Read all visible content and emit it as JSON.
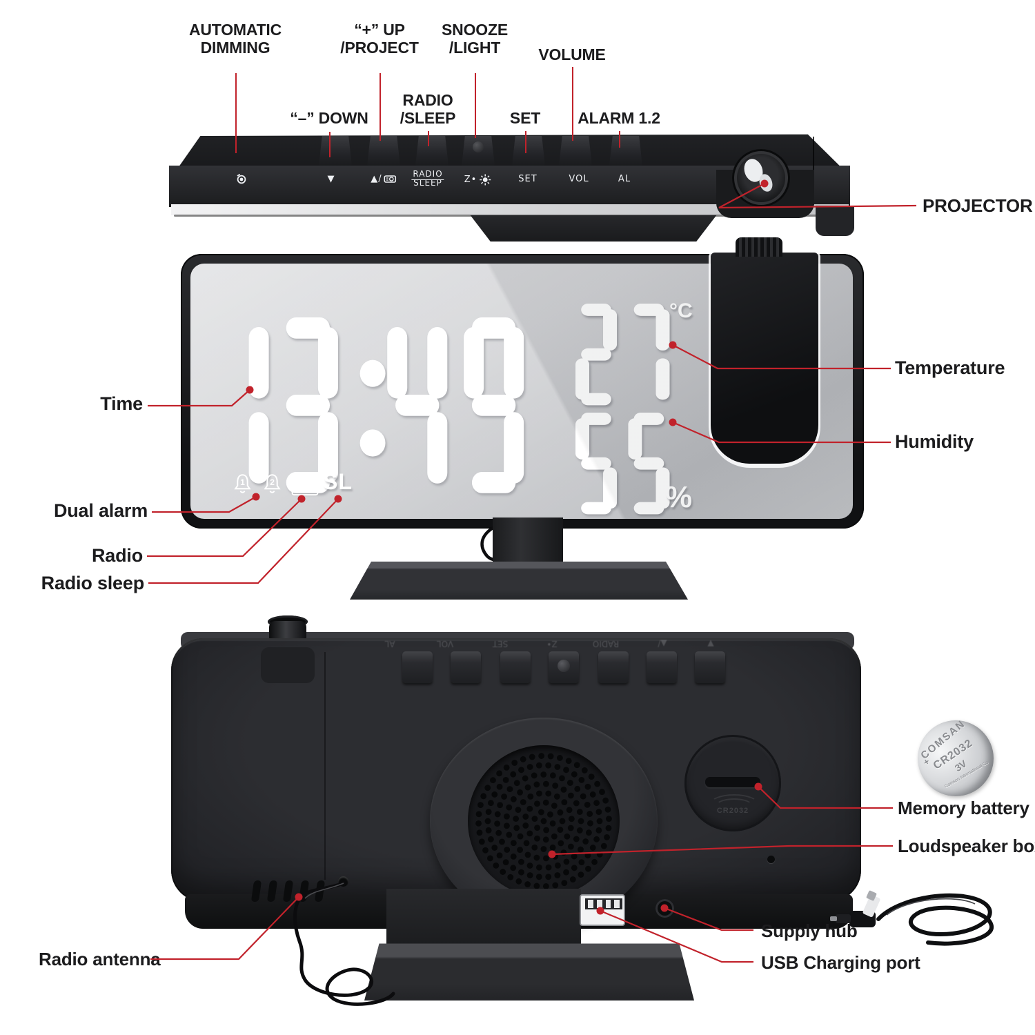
{
  "colors": {
    "callout_red": "#c1222b",
    "label_ink": "#1c1c1e",
    "digit_white": "#ffffff"
  },
  "callouts": {
    "top_row1": [
      {
        "id": "automatic-dimming",
        "lines": [
          "AUTOMATIC",
          "DIMMING"
        ]
      },
      {
        "id": "up-project",
        "lines": [
          "“+” UP",
          "/PROJECT"
        ]
      },
      {
        "id": "snooze-light",
        "lines": [
          "SNOOZE",
          "/LIGHT"
        ]
      },
      {
        "id": "volume",
        "lines": [
          "VOLUME"
        ]
      }
    ],
    "top_row2": [
      {
        "id": "down",
        "lines": [
          "“–” DOWN"
        ]
      },
      {
        "id": "radio-sleep",
        "lines": [
          "RADIO",
          "/SLEEP"
        ]
      },
      {
        "id": "set",
        "lines": [
          "SET"
        ]
      },
      {
        "id": "alarm-12",
        "lines": [
          "ALARM 1.2"
        ]
      }
    ],
    "projector": "PROJECTOR",
    "time": "Time",
    "temperature": "Temperature",
    "humidity": "Humidity",
    "dual_alarm": "Dual alarm",
    "radio": "Radio",
    "radio_sleep": "Radio sleep",
    "memory_battery": "Memory battery",
    "loudspeaker": "Loudspeaker box",
    "supply_hub": "Supply hub",
    "usb_port": "USB Charging port",
    "radio_antenna": "Radio antenna"
  },
  "device_markings": {
    "down": "▼",
    "up_project": "▲/",
    "radio": "RADIO",
    "sleep": "SLEEP",
    "snooze_z": "Z•",
    "set": "SET",
    "vol": "VOL",
    "al": "AL"
  },
  "display": {
    "time": "13:49",
    "temperature": "27",
    "temperature_unit": "°C",
    "humidity": "55",
    "humidity_unit": "%",
    "alarm1": "1",
    "alarm2": "2",
    "sleep_indicator": "SL"
  },
  "battery": {
    "brand": "COMSAN",
    "model": "CR2032",
    "voltage": "3V",
    "maker": "Comson International Co"
  }
}
